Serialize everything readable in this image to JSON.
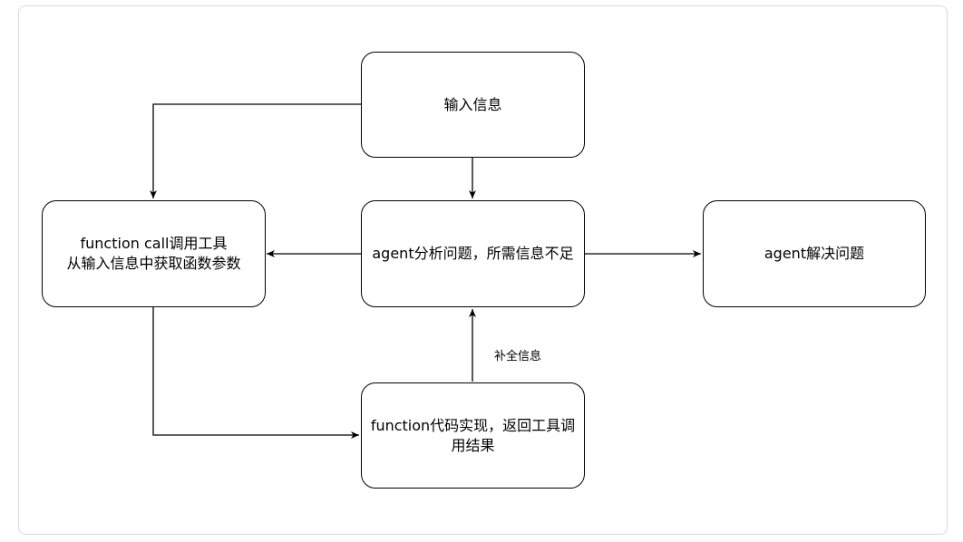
{
  "nodes": {
    "input": "输入信息",
    "analyze": "agent分析问题，所需信息不足",
    "function_call": "function call调用工具\n从输入信息中获取函数参数",
    "solve": "agent解决问题",
    "function_impl": "function代码实现，返回工具调用结果"
  },
  "edges": {
    "supplement_label": "补全信息"
  },
  "colors": {
    "stroke": "#000000",
    "frame": "#d9d9d9",
    "background": "#ffffff"
  }
}
